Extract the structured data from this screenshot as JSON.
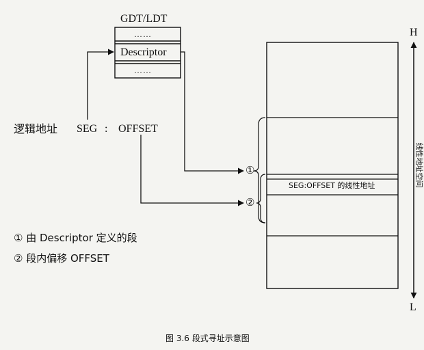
{
  "gdt": {
    "title": "GDT/LDT",
    "dots_top": "……",
    "descriptor": "Descriptor",
    "dots_bottom": "……"
  },
  "address": {
    "logical_label": "逻辑地址",
    "seg": "SEG",
    "colon": ":",
    "offset": "OFFSET"
  },
  "linear_space": {
    "top_label": "H",
    "bottom_label": "L",
    "side_label": "线性地址空间",
    "linear_address_label": "SEG:OFFSET 的线性地址"
  },
  "markers": {
    "one": "①",
    "two": "②"
  },
  "legend": {
    "item1": "① 由 Descriptor 定义的段",
    "item2": "② 段内偏移 OFFSET"
  },
  "caption": "图 3.6  段式寻址示意图"
}
